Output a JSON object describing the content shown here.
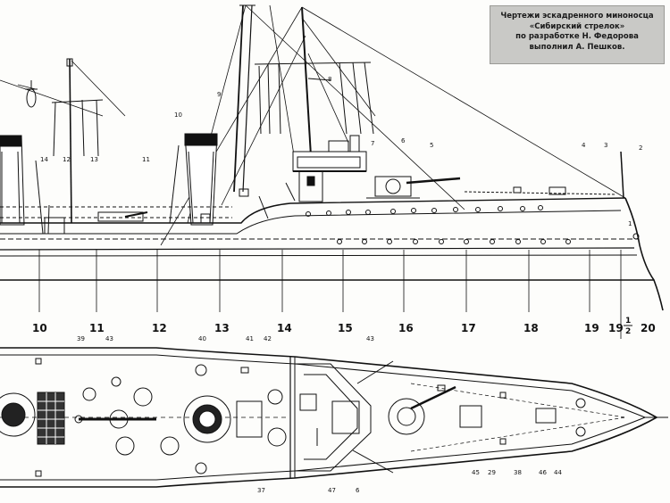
{
  "caption": {
    "lines": [
      "Чертежи эскадренного миноносца",
      "«Сибирский стрелок»",
      "по разработке Н. Федорова",
      "выполнил А. Пешков."
    ]
  },
  "stations": [
    "10",
    "11",
    "12",
    "13",
    "14",
    "15",
    "16",
    "17",
    "18",
    "19",
    "19",
    "20"
  ],
  "station_fraction": {
    "num": "1",
    "den": "2"
  },
  "profile_labels": [
    "1",
    "2",
    "3",
    "4",
    "5",
    "6",
    "7",
    "8",
    "9",
    "10",
    "11",
    "12",
    "13",
    "14"
  ],
  "plan_labels": [
    "39",
    "43",
    "40",
    "41",
    "42",
    "43",
    "37",
    "47",
    "6",
    "45",
    "29",
    "38",
    "46",
    "44"
  ]
}
